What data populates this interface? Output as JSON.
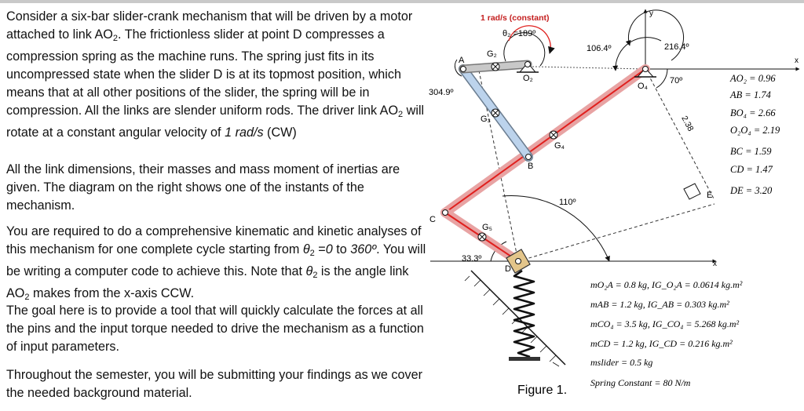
{
  "text": {
    "p1": {
      "s1": "Consider a six-bar slider-crank mechanism that will be driven by a motor attached to link AO",
      "sub1": "2",
      "s2": ". The frictionless slider at point D compresses a compression spring as the machine runs. The spring just fits in its uncompressed state when the slider D is at its topmost position, which means that at all other positions of the slider, the spring will be in compression. All the links are slender uniform rods. The driver link AO",
      "sub2": "2",
      "s3": " will rotate at a constant angular velocity of ",
      "em": "1 rad/s",
      "s4": " (CW)"
    },
    "p2": "All the link dimensions, their masses and mass moment of inertias are given. The diagram on the right shows one of the instants of the mechanism.",
    "p3": {
      "s1": "You are required to do a comprehensive kinematic and kinetic analyses of this mechanism for one complete cycle starting from ",
      "theta": "θ",
      "sub1": "2",
      "s2": " =",
      "em1": "0",
      "s3": " to ",
      "em2": "360º",
      "s4": ". You will be writing a computer code to achieve this. Note that ",
      "theta2": "θ",
      "sub2": "2",
      "s5": " is the angle link AO",
      "sub3": "2",
      "s6": " makes from the x-axis CCW."
    },
    "p4": "The goal here is to provide a tool that will quickly calculate the forces at all the pins and the input torque needed to drive the mechanism as a function of input parameters.",
    "p5": "Throughout the semester, you will be submitting your findings as we cover the needed background material."
  },
  "diagram": {
    "labels": {
      "omega": "1 rad/s (constant)",
      "theta2": "θ₂ =189º",
      "angle_304": "304.9º",
      "angle_106": "106.4º",
      "angle_216": "216.4º",
      "angle_70": "70º",
      "angle_110": "110º",
      "angle_33": "33.3º",
      "len_238": "2.38",
      "y_axis": "y",
      "x_axis_top": "x",
      "x_axis_bottom": "x",
      "A": "A",
      "B": "B",
      "C": "C",
      "D": "D",
      "E": "E",
      "O2": "O₂",
      "O4": "O₄",
      "G2": "G₂",
      "G3": "G₃",
      "G4": "G₄",
      "G5": "G₅",
      "figure": "Figure 1."
    },
    "dimensions": [
      "AO₂ = 0.96",
      "AB = 1.74",
      "BO₄ = 2.66",
      "O₂O₄ = 2.19",
      "BC = 1.59",
      "CD = 1.47",
      "DE = 3.20"
    ],
    "properties": [
      "mO₂A = 0.8 kg, IG_O₂A = 0.0614 kg.m²",
      "mAB = 1.2 kg, IG_AB = 0.303 kg.m²",
      "mCO₄ = 3.5 kg, IG_CO₄ = 5.268 kg.m²",
      "mCD = 1.2 kg, IG_CD = 0.216 kg.m²",
      "mslider = 0.5 kg",
      "Spring Constant = 80 N/m"
    ],
    "colors": {
      "link_red": "#e8a3a3",
      "link_red_line": "#e0201e",
      "link_blue": "#bcd3ec",
      "link_gray": "#c8c8c8",
      "slider": "#e3c58a"
    }
  }
}
